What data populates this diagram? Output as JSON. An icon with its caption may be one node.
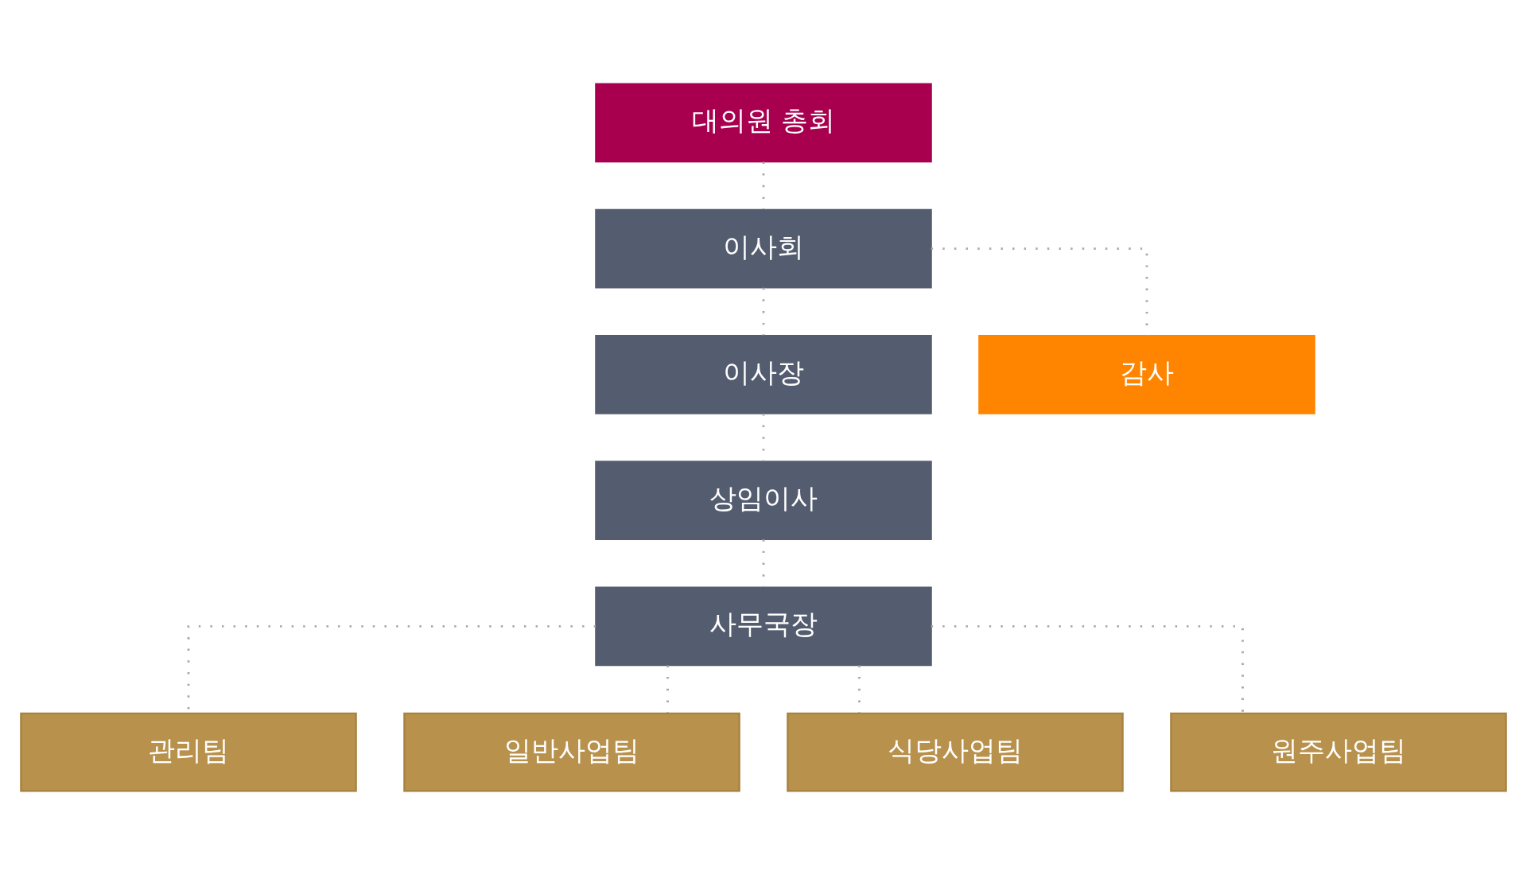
{
  "diagram": {
    "nodes": [
      {
        "text": [
          "대의원 총회"
        ]
      },
      {
        "text": [
          "이사회"
        ]
      },
      {
        "text": [
          "감사"
        ]
      },
      {
        "text": [
          "이사장"
        ]
      },
      {
        "text": [
          "상임이사"
        ]
      },
      {
        "text": [
          "사무국장"
        ]
      },
      {
        "text": [
          "관리팀"
        ]
      },
      {
        "text": [
          "일반사업팀"
        ]
      },
      {
        "text": [
          "식당사업팀"
        ]
      },
      {
        "text": [
          "원주사업팀"
        ]
      }
    ],
    "edges": [
      {
        "from": 0,
        "to": 1,
        "arrow": "none"
      },
      {
        "from": 1,
        "to": 3,
        "arrow": "none"
      },
      {
        "from": 1,
        "to": 2,
        "arrow": "none"
      },
      {
        "from": 3,
        "to": 4,
        "arrow": "none"
      },
      {
        "from": 4,
        "to": 5,
        "arrow": "none"
      },
      {
        "from": 5,
        "to": 6,
        "arrow": "none"
      },
      {
        "from": 5,
        "to": 7,
        "arrow": "none"
      },
      {
        "from": 5,
        "to": 8,
        "arrow": "none"
      },
      {
        "from": 5,
        "to": 9,
        "arrow": "none"
      }
    ]
  }
}
